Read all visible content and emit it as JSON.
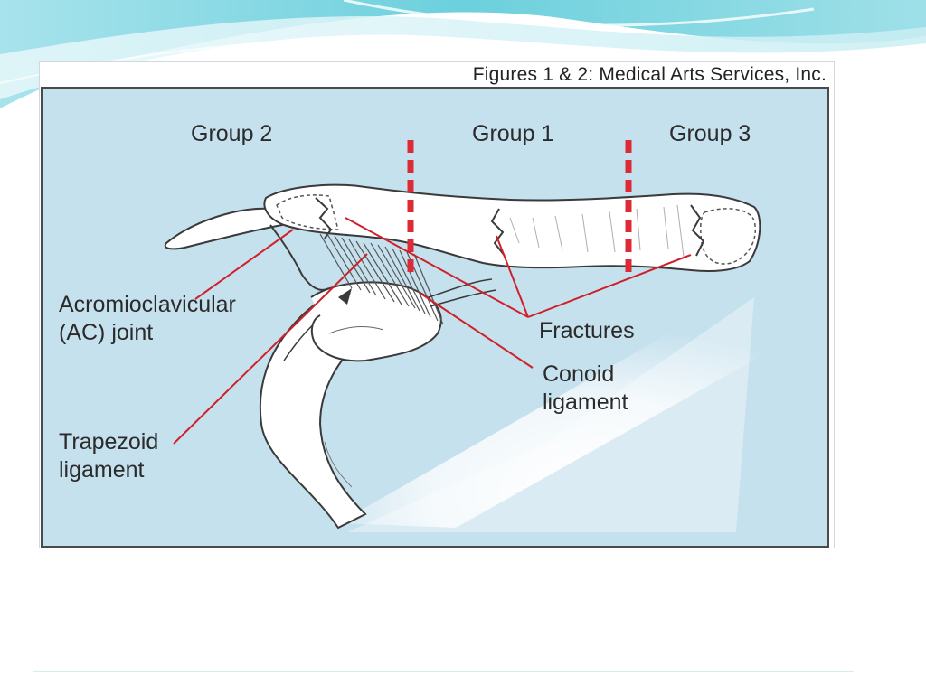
{
  "figure": {
    "credit": "Figures 1 & 2: Medical Arts Services, Inc."
  },
  "labels": {
    "group_2": "Group 2",
    "group_1": "Group 1",
    "group_3": "Group 3",
    "ac_joint_line1": "Acromioclavicular",
    "ac_joint_line2": "(AC) joint",
    "fractures": "Fractures",
    "conoid_line1": "Conoid",
    "conoid_line2": "ligament",
    "trapezoid_line1": "Trapezoid",
    "trapezoid_line2": "ligament"
  },
  "colors": {
    "panel_blue": "#c6e1ee",
    "leader_red": "#d0202a",
    "divider_red": "#dc2a36",
    "bone_outline": "#3a3a3a",
    "slide_teal": "#4ec3d3"
  }
}
